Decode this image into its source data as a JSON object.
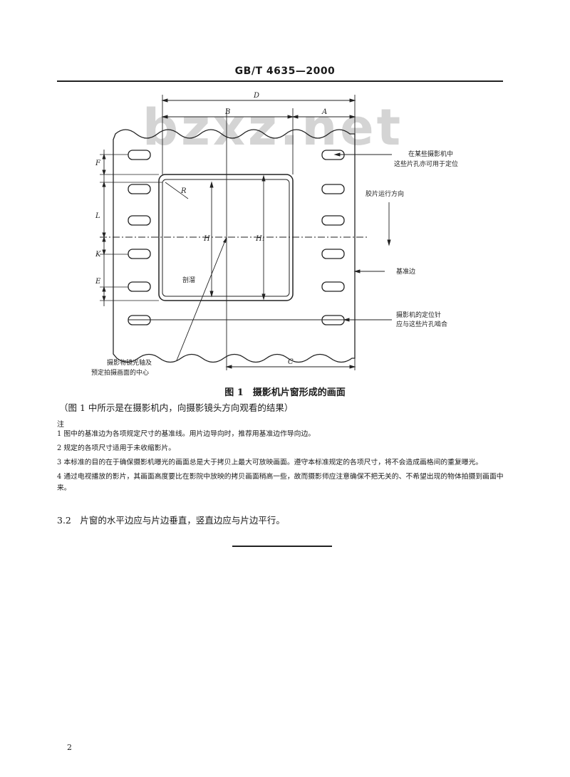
{
  "header": {
    "standard_number": "GB/T 4635—2000"
  },
  "watermark": "bzxz.net",
  "figure": {
    "dim_labels": {
      "D": "D",
      "B": "B",
      "A": "A",
      "C": "C",
      "F": "F",
      "L": "L",
      "K": "K",
      "E": "E",
      "H": "H",
      "H1": "H₁",
      "R": "R"
    },
    "annotations": {
      "perf_positioning_line1": "在某些摄影机中",
      "perf_positioning_line2": "这些片孔亦可用于定位",
      "film_direction": "胶片运行方向",
      "reference_edge": "基准边",
      "pin_line1": "摄影机的定位针",
      "pin_line2": "应与这些片孔啮合",
      "lens_axis_line1": "摄影物镜光轴及",
      "lens_axis_line2": "预定拍摄画面的中心",
      "emulsion": "剖溜"
    },
    "caption": "图 1　摄影机片窗形成的画面",
    "subcaption": "（图 1 中所示是在摄影机内，向摄影镜头方向观看的结果）"
  },
  "notes": {
    "label": "注",
    "items": [
      "1 图中的基准边为各项规定尺寸的基准线。用片边导向时，推荐用基准边作导向边。",
      "2 规定的各项尺寸适用于未收缩影片。",
      "3 本标准的目的在于确保摄影机曝光的画面总是大于拷贝上最大可放映画面。遵守本标准规定的各项尺寸，将不会造成画格间的重复曝光。",
      "4 通过电视播放的影片，其画面高度要比在影院中放映的拷贝画面稍高一些，故而摄影师应注意确保不把无关的、不希望出现的物体拍摄到画面中来。"
    ]
  },
  "clause": "3.2　片窗的水平边应与片边垂直，竖直边应与片边平行。",
  "page_number": "2"
}
